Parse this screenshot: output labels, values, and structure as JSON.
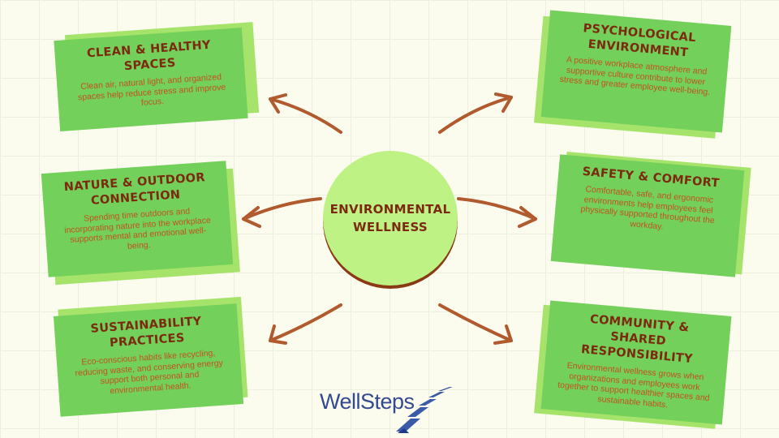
{
  "hub": {
    "label_line1": "ENVIRONMENTAL",
    "label_line2": "WELLNESS"
  },
  "cards": [
    {
      "title_line1": "CLEAN & HEALTHY",
      "title_line2": "SPACES",
      "description": "Clean air, natural light, and organized spaces help reduce stress and improve focus."
    },
    {
      "title_line1": "NATURE & OUTDOOR",
      "title_line2": "CONNECTION",
      "description": "Spending time outdoors and incorporating nature into the workplace supports mental and emotional well-being."
    },
    {
      "title_line1": "SUSTAINABILITY",
      "title_line2": "PRACTICES",
      "description": "Eco-conscious habits like recycling, reducing waste, and conserving energy support both personal and environmental health."
    },
    {
      "title_line1": "PSYCHOLOGICAL",
      "title_line2": "ENVIRONMENT",
      "description": "A positive workplace atmosphere and supportive culture contribute to lower stress and greater employee well-being."
    },
    {
      "title_line1": "SAFETY & COMFORT",
      "title_line2": "",
      "description": "Comfortable, safe, and ergonomic environments help employees feel physically supported throughout the workday."
    },
    {
      "title_line1": "COMMUNITY & SHARED",
      "title_line2": "RESPONSIBILITY",
      "description": "Environmental wellness grows when organizations and employees work together to support healthier spaces and sustainable habits."
    }
  ],
  "logo": {
    "text": "WellSteps"
  },
  "colors": {
    "card": "#73d05a",
    "card_shadow": "#a6e36b",
    "hub": "#bff285",
    "title": "#7b2a0f",
    "body_text": "#c2531e",
    "arrow": "#b05a2e",
    "logo": "#34498f"
  }
}
